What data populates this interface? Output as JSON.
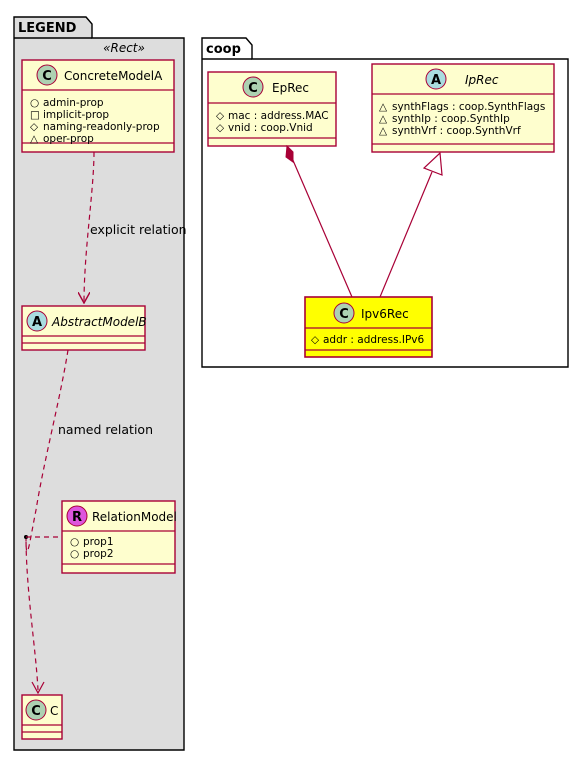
{
  "colors": {
    "class_fill": "#FEFECE",
    "class_border": "#A80036",
    "highlight_fill": "#FFFF00",
    "legend_fill": "#DDDDDD",
    "badge_class": "#ADD1B2",
    "badge_abstract": "#A9DCDF",
    "badge_relation": "#DD55DD"
  },
  "legend": {
    "title": "LEGEND",
    "stereotype": "«Rect»",
    "concrete_model_a": {
      "badge": "C",
      "name": "ConcreteModelA",
      "attributes": [
        {
          "symbol": "○",
          "text": "admin-prop"
        },
        {
          "symbol": "□",
          "text": "implicit-prop"
        },
        {
          "symbol": "◇",
          "text": "naming-readonly-prop"
        },
        {
          "symbol": "△",
          "text": "oper-prop"
        }
      ]
    },
    "explicit_relation_label": "explicit relation",
    "abstract_model_b": {
      "badge": "A",
      "name": "AbstractModelB"
    },
    "named_relation_label": "named relation",
    "relation_model": {
      "badge": "R",
      "name": "RelationModel",
      "attributes": [
        {
          "symbol": "○",
          "text": "prop1"
        },
        {
          "symbol": "○",
          "text": "prop2"
        }
      ]
    },
    "class_c": {
      "badge": "C",
      "name": "C"
    }
  },
  "coop": {
    "title": "coop",
    "ep_rec": {
      "badge": "C",
      "name": "EpRec",
      "attributes": [
        {
          "symbol": "◇",
          "text": "mac : address.MAC"
        },
        {
          "symbol": "◇",
          "text": "vnid : coop.Vnid"
        }
      ]
    },
    "ip_rec": {
      "badge": "A",
      "name": "IpRec",
      "attributes": [
        {
          "symbol": "△",
          "text": "synthFlags : coop.SynthFlags"
        },
        {
          "symbol": "△",
          "text": "synthIp : coop.SynthIp"
        },
        {
          "symbol": "△",
          "text": "synthVrf : coop.SynthVrf"
        }
      ]
    },
    "ipv6_rec": {
      "badge": "C",
      "name": "Ipv6Rec",
      "attributes": [
        {
          "symbol": "◇",
          "text": "addr : address.IPv6"
        }
      ]
    }
  }
}
